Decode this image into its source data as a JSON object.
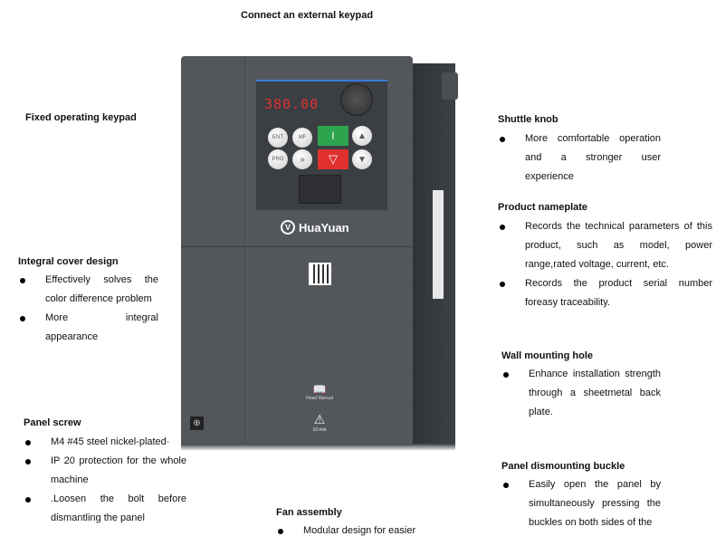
{
  "title": "Connect an external keypad",
  "device": {
    "display": "380.00",
    "brand": "HuaYuan",
    "buttons": {
      "ent": "ENT",
      "mf": "MF",
      "prg": "PRG",
      "shift": "»"
    },
    "manual_label": "Read Manual",
    "warning_label": "10 min"
  },
  "callouts": {
    "fixed_keypad": {
      "heading": "Fixed operating keypad"
    },
    "integral_cover": {
      "heading": "Integral cover design",
      "items": [
        "Effectively solves the color difference problem",
        "More integral appearance"
      ]
    },
    "panel_screw": {
      "heading": "Panel screw",
      "items": [
        "M4 #45 steel nickel-plated·",
        "IP 20 protection for the whole machine",
        ".Loosen the bolt before dismantling the panel"
      ]
    },
    "fan_assembly": {
      "heading": "Fan assembly",
      "items": [
        "Modular design for easier"
      ]
    },
    "shuttle_knob": {
      "heading": "Shuttle knob",
      "items": [
        "More comfortable operation and a stronger user experience"
      ]
    },
    "nameplate": {
      "heading": "Product nameplate",
      "items": [
        "Records the technical parameters of this product, such as model, power range,rated voltage, current, etc.",
        "Records the product serial number foreasy traceability."
      ]
    },
    "wall_mounting": {
      "heading": "Wall mounting hole",
      "items": [
        "Enhance installation strength through a sheetmetal back plate."
      ]
    },
    "panel_dismounting": {
      "heading": "Panel dismounting buckle",
      "items": [
        "Easily open the panel by simultaneously pressing the buckles on both sides of the"
      ]
    }
  }
}
